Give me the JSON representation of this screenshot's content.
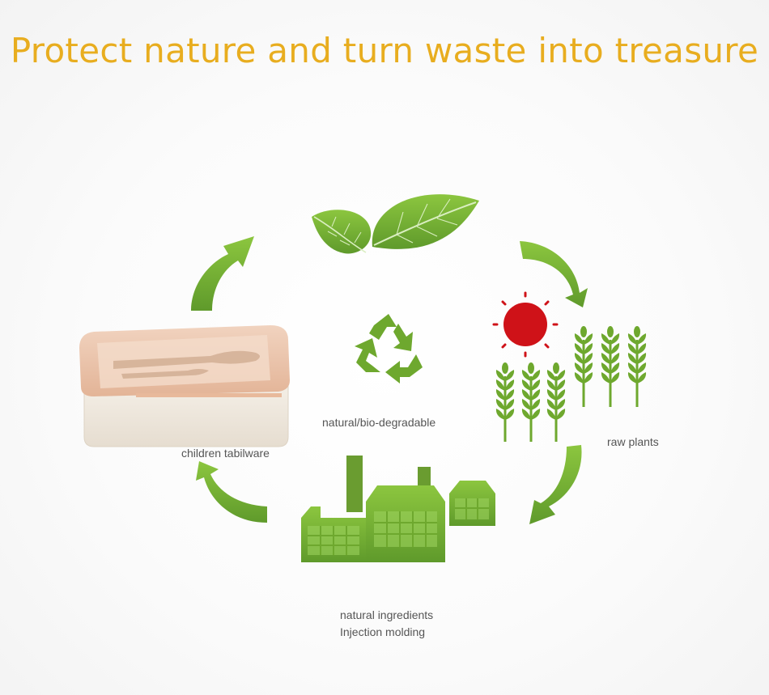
{
  "title": "Protect nature and turn waste into treasure",
  "labels": {
    "center": "natural/bio-degradable",
    "raw_plants": "raw plants",
    "children": "children tabilware",
    "ingredients_line1": "natural ingredients",
    "ingredients_line2": "Injection molding"
  },
  "colors": {
    "title": "#e8ad1f",
    "green": "#6ea82e",
    "sun": "#d0141a",
    "box_lid": "#eac0a6",
    "box_body": "#efe8dd"
  },
  "icons": [
    "leaves-icon",
    "recycle-icon",
    "sun-icon",
    "wheat-icon",
    "factory-icon",
    "lunchbox-icon",
    "cycle-arrow-icon"
  ]
}
